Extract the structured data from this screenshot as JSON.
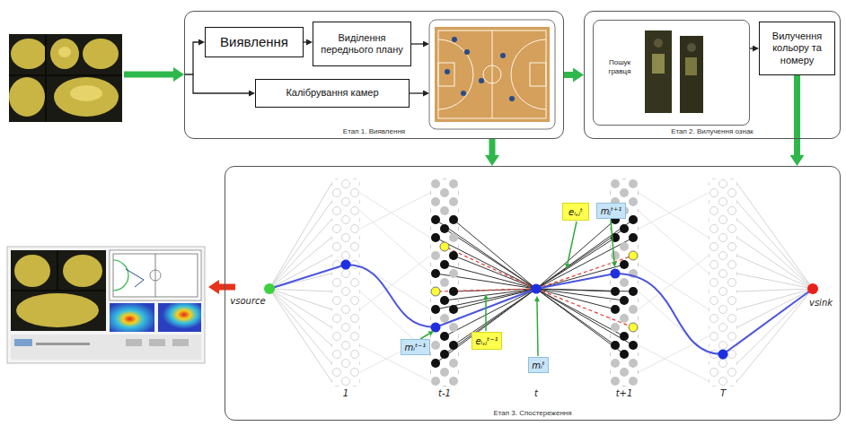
{
  "diagram": {
    "nodes": [
      {
        "text": [
          "Етап 1. Виявлення"
        ]
      },
      {
        "text": [
          "Виявлення"
        ],
        "in": 0
      },
      {
        "text": [
          "Виділення переднього плану"
        ],
        "in": 0
      },
      {
        "text": [
          "Калібрування камер"
        ],
        "in": 0
      },
      {
        "text": [
          "Етап 2. Вилучення ознак"
        ]
      },
      {
        "text": [
          "Пошук гравця"
        ],
        "in": 4
      },
      {
        "text": [
          "Вилучення кольору та номеру"
        ],
        "in": 4
      },
      {
        "text": [
          "Етап 3. Спостереження"
        ]
      },
      {
        "text": [
          "mᵢᵗ⁻¹"
        ],
        "in": 7
      },
      {
        "text": [
          "eᵢ,ⱼᵗ⁻¹"
        ],
        "in": 7
      },
      {
        "text": [
          "mᵢᵗ"
        ],
        "in": 7
      },
      {
        "text": [
          "eᵢ,ⱼᵗ"
        ],
        "in": 7
      },
      {
        "text": [
          "mⱼᵗ⁺¹"
        ],
        "in": 7
      }
    ],
    "edges": [
      {
        "from": 0,
        "to": 4,
        "arrow": "to"
      },
      {
        "from": 1,
        "to": 2,
        "arrow": "to"
      },
      {
        "from": 0,
        "to": 7,
        "arrow": "to"
      },
      {
        "from": 5,
        "to": 6,
        "arrow": "to"
      },
      {
        "from": 6,
        "to": 7,
        "arrow": "to"
      }
    ],
    "labels": [
      "vsource",
      "vsink",
      "1",
      "t-1",
      "t",
      "t+1",
      "T"
    ]
  }
}
